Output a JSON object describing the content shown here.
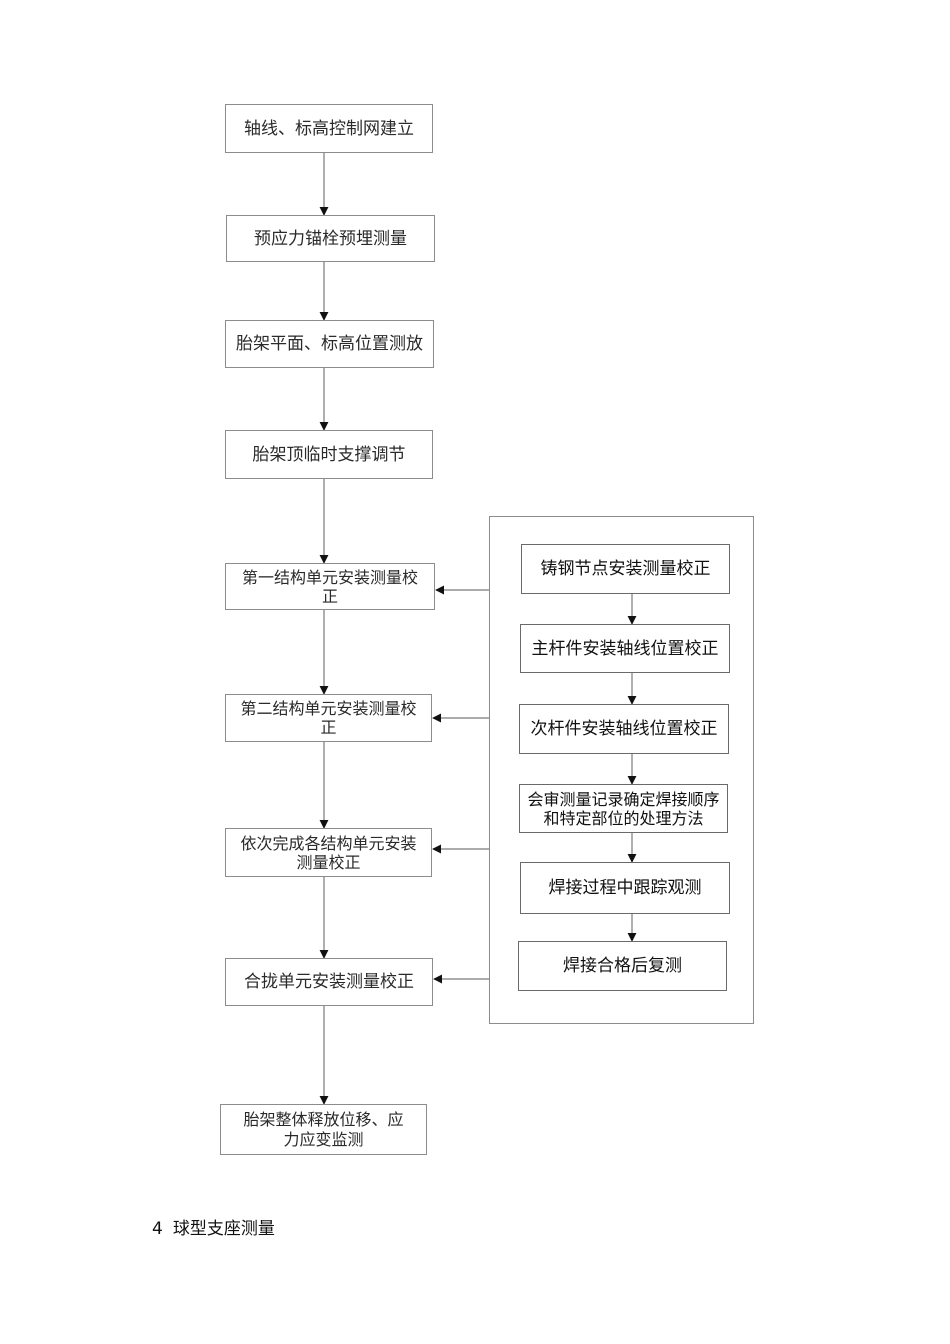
{
  "main_flow": [
    {
      "id": "m1",
      "text": "轴线、标高控制网建立"
    },
    {
      "id": "m2",
      "text": "预应力锚栓预埋测量"
    },
    {
      "id": "m3",
      "text": "胎架平面、标高位置测放"
    },
    {
      "id": "m4",
      "text": "胎架顶临时支撑调节"
    },
    {
      "id": "m5",
      "text": "第一结构单元安装测量校正"
    },
    {
      "id": "m6",
      "text": "第二结构单元安装测量校正"
    },
    {
      "id": "m7",
      "text": "依次完成各结构单元安装测量校正"
    },
    {
      "id": "m8",
      "text": "合拢单元安装测量校正"
    },
    {
      "id": "m9",
      "text": "胎架整体释放位移、应力应变监测"
    }
  ],
  "side_flow": [
    {
      "id": "s1",
      "text": "铸钢节点安装测量校正"
    },
    {
      "id": "s2",
      "text": "主杆件安装轴线位置校正"
    },
    {
      "id": "s3",
      "text": "次杆件安装轴线位置校正"
    },
    {
      "id": "s4",
      "text": "会审测量记录确定焊接顺序和特定部位的处理方法"
    },
    {
      "id": "s5",
      "text": "焊接过程中跟踪观测"
    },
    {
      "id": "s6",
      "text": "焊接合格后复测"
    }
  ],
  "section_heading": {
    "number": "4",
    "title": "球型支座测量"
  }
}
